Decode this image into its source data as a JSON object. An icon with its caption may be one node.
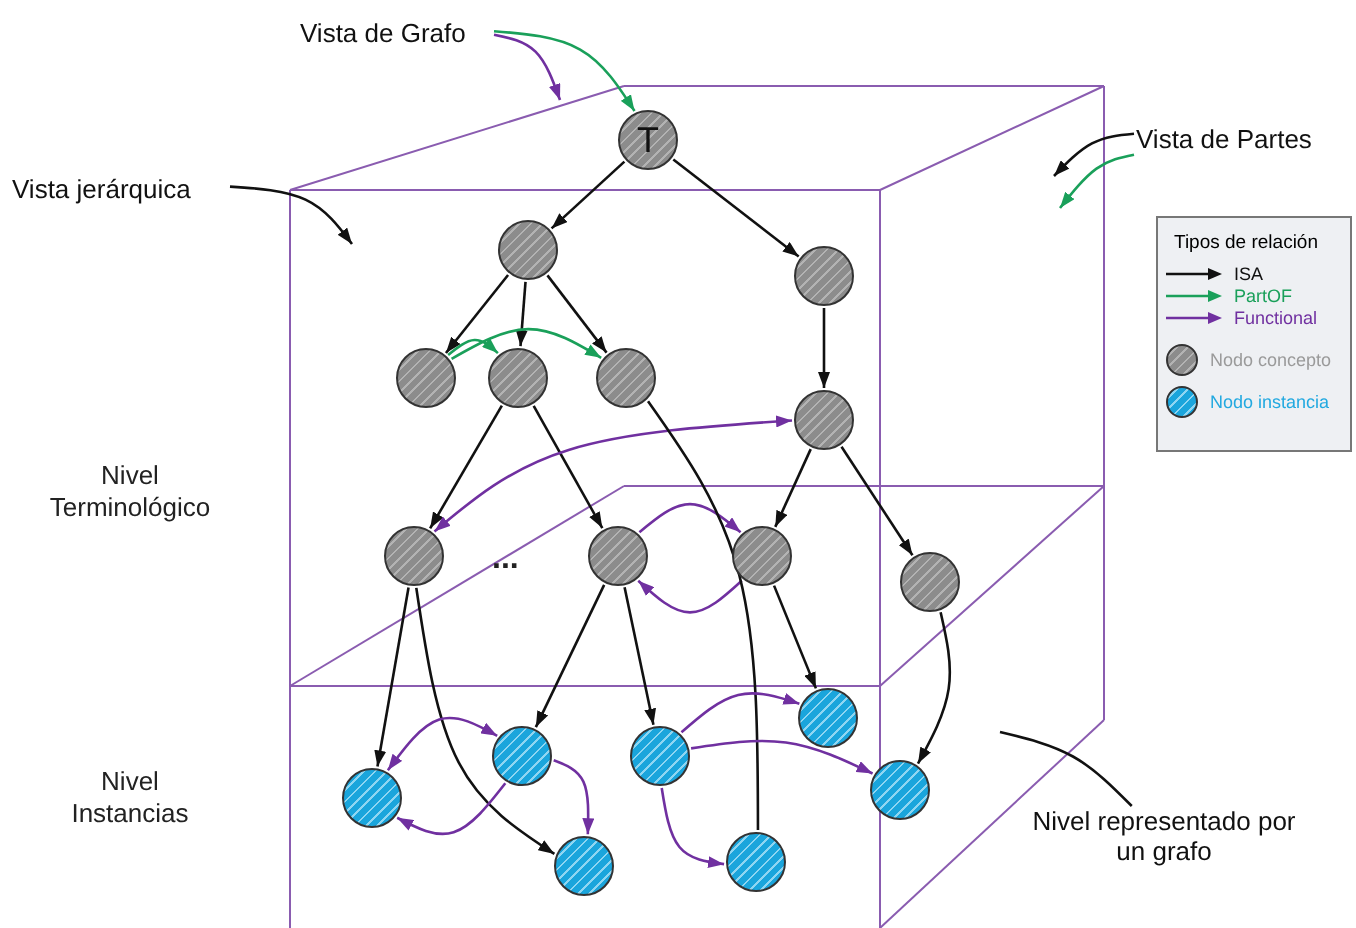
{
  "diagram": {
    "nodes": [
      {
        "text": [
          "Vista de Grafo"
        ]
      },
      {
        "text": [
          "Vista de Partes"
        ]
      },
      {
        "text": [
          "Vista jerárquica"
        ]
      },
      {
        "text": [
          "T"
        ]
      },
      {
        "text": [],
        "shape": "circle"
      },
      {
        "text": [],
        "shape": "circle"
      },
      {
        "text": [],
        "shape": "circle"
      },
      {
        "text": [],
        "shape": "circle"
      },
      {
        "text": [],
        "shape": "circle"
      },
      {
        "text": [],
        "shape": "circle"
      },
      {
        "text": [],
        "shape": "circle"
      },
      {
        "text": [],
        "shape": "circle"
      },
      {
        "text": [],
        "shape": "circle"
      },
      {
        "text": [],
        "shape": "circle"
      },
      {
        "text": [],
        "shape": "circle"
      },
      {
        "text": [],
        "shape": "circle"
      },
      {
        "text": [],
        "shape": "circle"
      },
      {
        "text": [],
        "shape": "circle"
      },
      {
        "text": [],
        "shape": "circle"
      },
      {
        "text": [],
        "shape": "circle"
      },
      {
        "text": [],
        "shape": "circle"
      },
      {
        "text": [
          "Nivel representado por un grafo"
        ]
      }
    ],
    "edges": [
      {
        "from": 3,
        "to": 4,
        "arrow": "to"
      },
      {
        "from": 3,
        "to": 5,
        "arrow": "to"
      },
      {
        "from": 4,
        "to": 6,
        "arrow": "to"
      },
      {
        "from": 4,
        "to": 7,
        "arrow": "to"
      },
      {
        "from": 4,
        "to": 8,
        "arrow": "to"
      },
      {
        "from": 6,
        "to": 7,
        "arrow": "to",
        "color": "#1aa05a"
      },
      {
        "from": 6,
        "to": 8,
        "arrow": "to",
        "color": "#1aa05a"
      },
      {
        "from": 5,
        "to": 9,
        "arrow": "to"
      },
      {
        "from": 7,
        "to": 10,
        "arrow": "to"
      },
      {
        "from": 7,
        "to": 11,
        "arrow": "to"
      },
      {
        "from": 9,
        "to": 12,
        "arrow": "to"
      },
      {
        "from": 9,
        "to": 13,
        "arrow": "to"
      },
      {
        "from": 10,
        "to": 9,
        "arrow": "both",
        "color": "#7030a0"
      },
      {
        "from": 11,
        "to": 12,
        "arrow": "to",
        "color": "#7030a0"
      },
      {
        "from": 12,
        "to": 11,
        "arrow": "to",
        "color": "#7030a0"
      },
      {
        "from": 8,
        "to": 19,
        "arrow": "none"
      },
      {
        "from": 10,
        "to": 14,
        "arrow": "to"
      },
      {
        "from": 10,
        "to": 16,
        "arrow": "to"
      },
      {
        "from": 11,
        "to": 15,
        "arrow": "to"
      },
      {
        "from": 11,
        "to": 17,
        "arrow": "to"
      },
      {
        "from": 12,
        "to": 18,
        "arrow": "to"
      },
      {
        "from": 13,
        "to": 20,
        "arrow": "to"
      },
      {
        "from": 14,
        "to": 15,
        "arrow": "both",
        "color": "#7030a0"
      },
      {
        "from": 15,
        "to": 14,
        "arrow": "to",
        "color": "#7030a0"
      },
      {
        "from": 15,
        "to": 16,
        "arrow": "to",
        "color": "#7030a0"
      },
      {
        "from": 17,
        "to": 18,
        "arrow": "to",
        "color": "#7030a0"
      },
      {
        "from": 17,
        "to": 20,
        "arrow": "to",
        "color": "#7030a0"
      },
      {
        "from": 17,
        "to": 19,
        "arrow": "to",
        "color": "#7030a0"
      },
      {
        "from": 0,
        "to": null,
        "arrow": "to",
        "color": "#7030a0"
      },
      {
        "from": 0,
        "to": 3,
        "arrow": "to",
        "color": "#1aa05a"
      },
      {
        "from": 2,
        "to": null,
        "arrow": "to"
      },
      {
        "from": 1,
        "to": null,
        "arrow": "to"
      },
      {
        "from": 1,
        "to": null,
        "arrow": "to",
        "color": "#1aa05a"
      },
      {
        "from": 21,
        "to": null,
        "arrow": "none"
      }
    ],
    "labels": [
      "...",
      "Nivel Terminológico",
      "Nivel Instancias",
      "Tipos de relación"
    ],
    "legend": [
      {
        "text": "ISA"
      },
      {
        "text": "PartOF"
      },
      {
        "text": "Functional"
      },
      {
        "text": "Nodo concepto"
      },
      {
        "text": "Nodo instancia"
      }
    ]
  }
}
